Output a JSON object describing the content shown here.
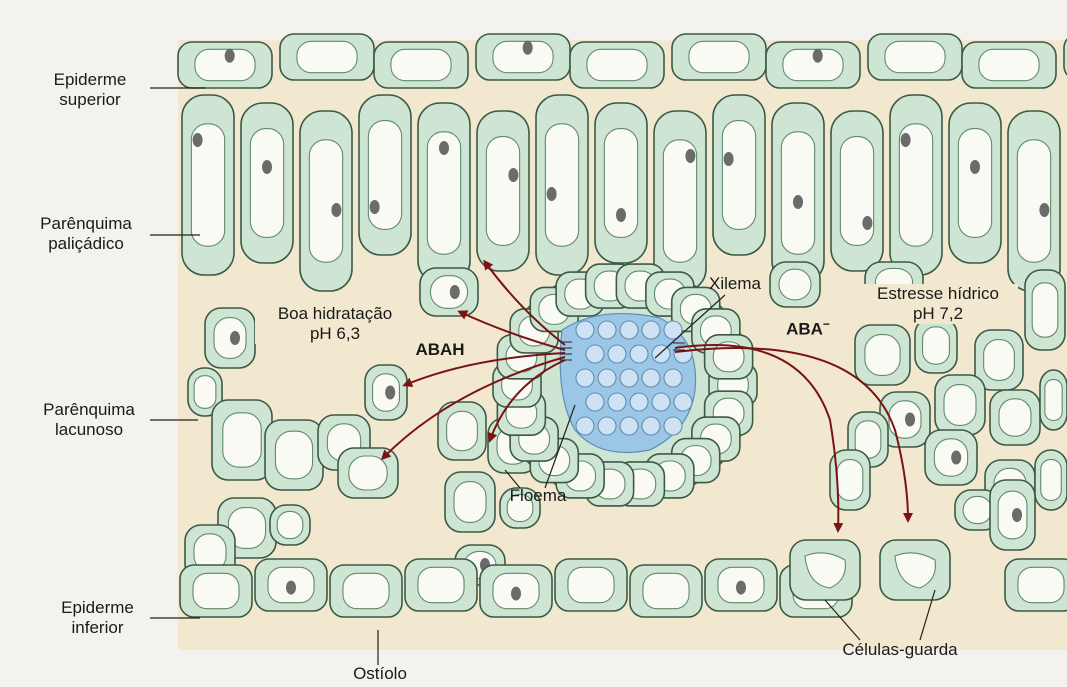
{
  "labels": {
    "epiderme_superior": [
      "Epiderme",
      "superior"
    ],
    "parenquima_palicadico": [
      "Parênquima",
      "paliçádico"
    ],
    "parenquima_lacunoso": [
      "Parênquima",
      "lacunoso"
    ],
    "epiderme_inferior": [
      "Epiderme",
      "inferior"
    ],
    "ostiolo": "Ostíolo",
    "celulas_guarda": "Células-guarda",
    "xilema": "Xilema",
    "floema": "Floema",
    "boa_hidratacao": [
      "Boa hidratação",
      "pH 6,3"
    ],
    "estresse_hidrico": [
      "Estresse hídrico",
      "pH 7,2"
    ],
    "abah": "ABAH",
    "aba_minus": "ABA",
    "aba_sup": "−"
  },
  "colors": {
    "background": "#f3f2ee",
    "mesophyll": "#f2e8cf",
    "cell_fill": "#cfe5d4",
    "cell_stroke": "#3b5a44",
    "vascular_blue": "#9cc6e6",
    "arrow_red": "#7a1414"
  }
}
